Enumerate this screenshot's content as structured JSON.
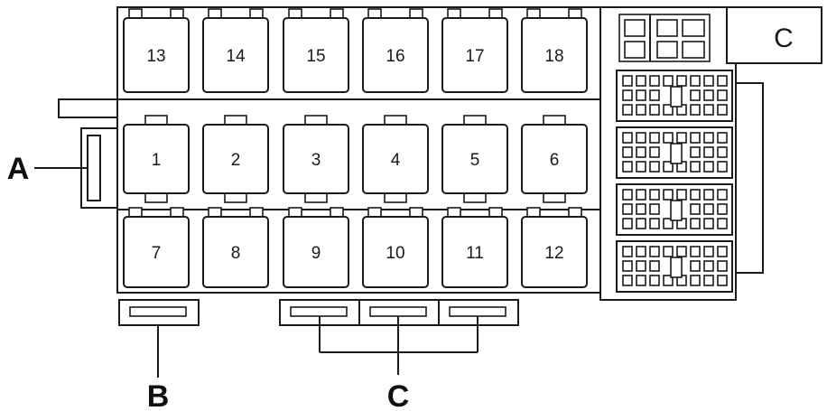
{
  "relays": {
    "top": [
      "13",
      "14",
      "15",
      "16",
      "17",
      "18"
    ],
    "middle": [
      "1",
      "2",
      "3",
      "4",
      "5",
      "6"
    ],
    "bottom": [
      "7",
      "8",
      "9",
      "10",
      "11",
      "12"
    ]
  },
  "callouts": {
    "a": "A",
    "b": "B",
    "c": "C"
  },
  "connector_tab_mark": "C"
}
